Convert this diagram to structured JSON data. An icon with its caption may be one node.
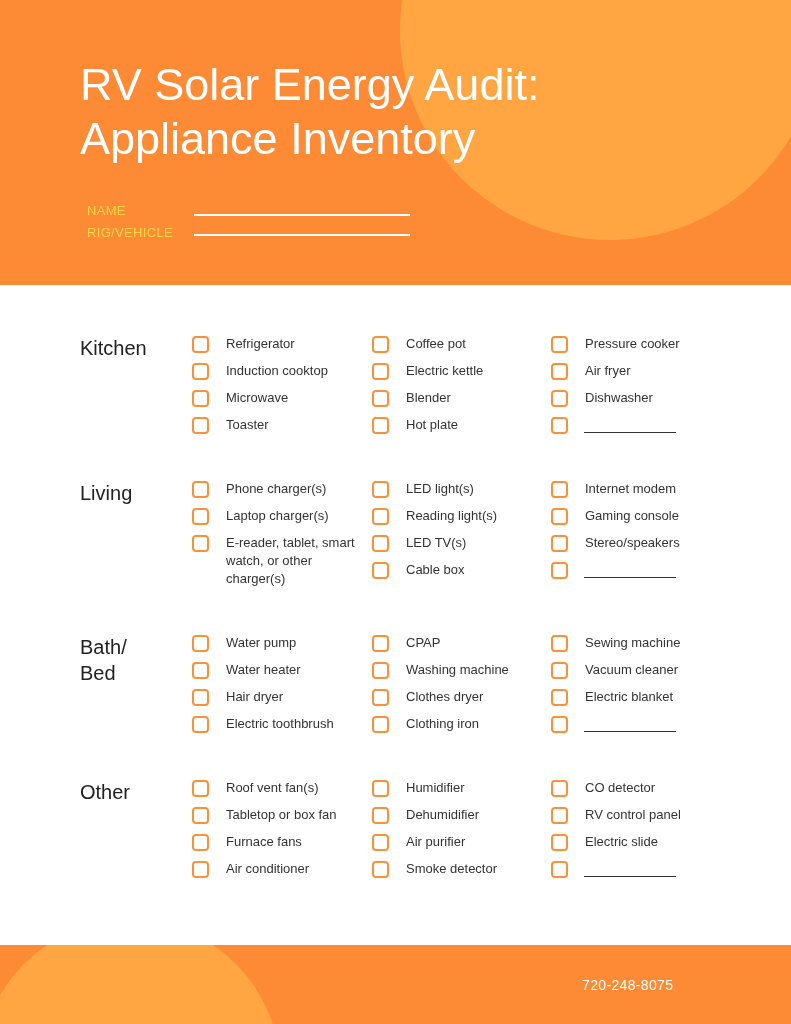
{
  "diagram": {
    "title": "RV Solar Energy Audit: Appliance Inventory",
    "labels": [
      "NAME",
      "RIG/VEHICLE",
      "Kitchen",
      "Refrigerator",
      "Coffee pot",
      "Pressure cooker",
      "Induction cooktop",
      "Electric kettle",
      "Air fryer",
      "Microwave",
      "Blender",
      "Dishwasher",
      "Toaster",
      "Hot plate",
      "Living",
      "Phone charger(s)",
      "LED light(s)",
      "Internet modem",
      "Laptop charger(s)",
      "Reading light(s)",
      "Gaming console",
      "E-reader, tablet, smart watch, or other charger(s)",
      "LED TV(s)",
      "Stereo/speakers",
      "Cable box",
      "Bath/ Bed",
      "Water pump",
      "CPAP",
      "Sewing machine",
      "Water heater",
      "Washing machine",
      "Vacuum cleaner",
      "Hair dryer",
      "Clothes dryer",
      "Electric blanket",
      "Electric toothbrush",
      "Clothing iron",
      "Other",
      "Roof vent fan(s)",
      "Humidifier",
      "CO detector",
      "Tabletop or box fan",
      "Dehumidifier",
      "RV control panel",
      "Furnace fans",
      "Air purifier",
      "Electric slide",
      "Air conditioner",
      "Smoke detector",
      "720-248-8075"
    ]
  }
}
